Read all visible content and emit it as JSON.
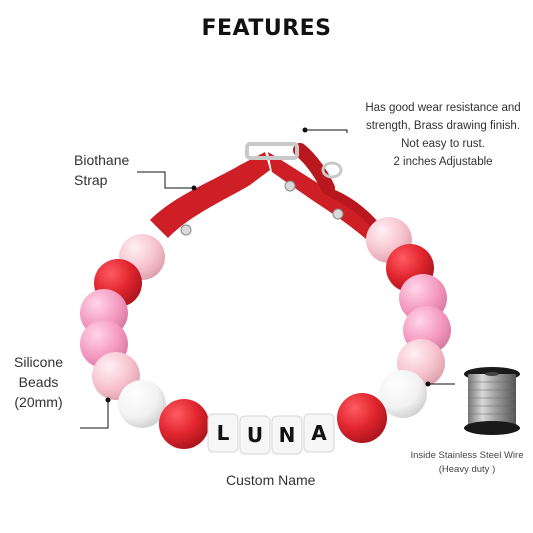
{
  "title": "FEATURES",
  "labels": {
    "strap": [
      "Biothane",
      "Strap"
    ],
    "beads": [
      "Silicone",
      "Beads",
      "(20mm)"
    ],
    "features": [
      "Has good wear resistance and",
      "strength, Brass drawing finish.",
      "Not easy to rust.",
      "2 inches Adjustable"
    ],
    "custom_name": "Custom Name",
    "wire": [
      "Inside Stainless Steel Wire",
      "(Heavy duty )"
    ]
  },
  "name_letters": [
    "L",
    "U",
    "N",
    "A"
  ],
  "colors": {
    "red": "#e1252e",
    "light_pink": "#f7c3ce",
    "pink": "#f59bc0",
    "white_bead": "#f3f3f3",
    "strap_red": "#cf1f26"
  }
}
